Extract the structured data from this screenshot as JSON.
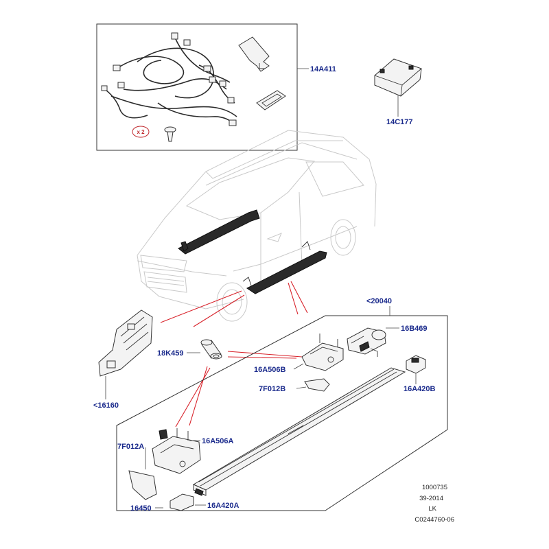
{
  "labels": {
    "p14A411": "14A411",
    "p14C177": "14C177",
    "p20040": "<20040",
    "p16B469": "16B469",
    "p18K459": "18K459",
    "p16A506B": "16A506B",
    "p7F012B": "7F012B",
    "p16A420B": "16A420B",
    "p16160": "<16160",
    "p7F012A": "7F012A",
    "p16A506A": "16A506A",
    "p16450": "16450",
    "p16A420A": "16A420A"
  },
  "quantity_badge": "x 2",
  "reference": {
    "line1": "1000735",
    "line2": "39-2014",
    "line3": "LK",
    "line4": "C0244760-06"
  }
}
